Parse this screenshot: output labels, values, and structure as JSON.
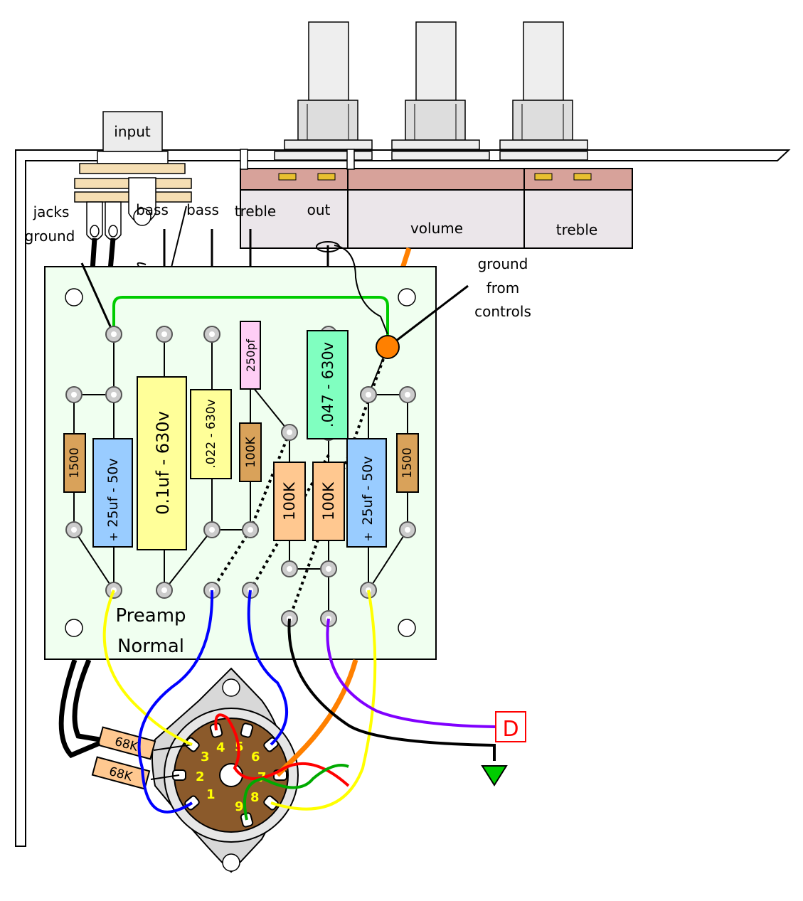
{
  "labels": {
    "input": "input",
    "jacks_ground_1": "jacks",
    "jacks_ground_2": "ground",
    "bass_1": "bass",
    "bass_2": "bass",
    "treble_top": "treble",
    "out": "out",
    "volume": "volume",
    "treble_pot": "treble",
    "ground_from_controls_1": "ground",
    "ground_from_controls_2": "from",
    "ground_from_controls_3": "controls",
    "board_name_1": "Preamp",
    "board_name_2": "Normal",
    "d_marker": "D"
  },
  "components": {
    "r1500_left": "1500",
    "cap_25uf_left": "25uf - 50v",
    "cap_25uf_left_plus": "+",
    "cap_01uf": "0.1uf - 630v",
    "cap_022": ".022 - 630v",
    "cap_250pf": "250pf",
    "r100k_a": "100K",
    "r100k_b": "100K",
    "r100k_c": "100K",
    "cap_047": ".047 - 630v",
    "cap_25uf_right": "25uf - 50v",
    "cap_25uf_right_plus": "+",
    "r1500_right": "1500",
    "r68k_1": "68K",
    "r68k_2": "68K"
  },
  "socket_pins": [
    "1",
    "2",
    "3",
    "4",
    "5",
    "6",
    "7",
    "8",
    "9"
  ],
  "colors": {
    "board": "#f0fff0",
    "resistor_brown": "#d9a25a",
    "resistor_peach": "#ffc890",
    "cap_yellow": "#ffff99",
    "cap_blue": "#99ccff",
    "cap_green": "#80ffc0",
    "cap_pink": "#ffcef5",
    "pot_band": "#d7a29a",
    "socket_brown": "#8b5a2b",
    "wire_yellow": "#ffff00",
    "wire_blue": "#0000ff",
    "wire_orange": "#ff8000",
    "wire_purple": "#8000ff",
    "wire_green_board": "#00cc00"
  }
}
